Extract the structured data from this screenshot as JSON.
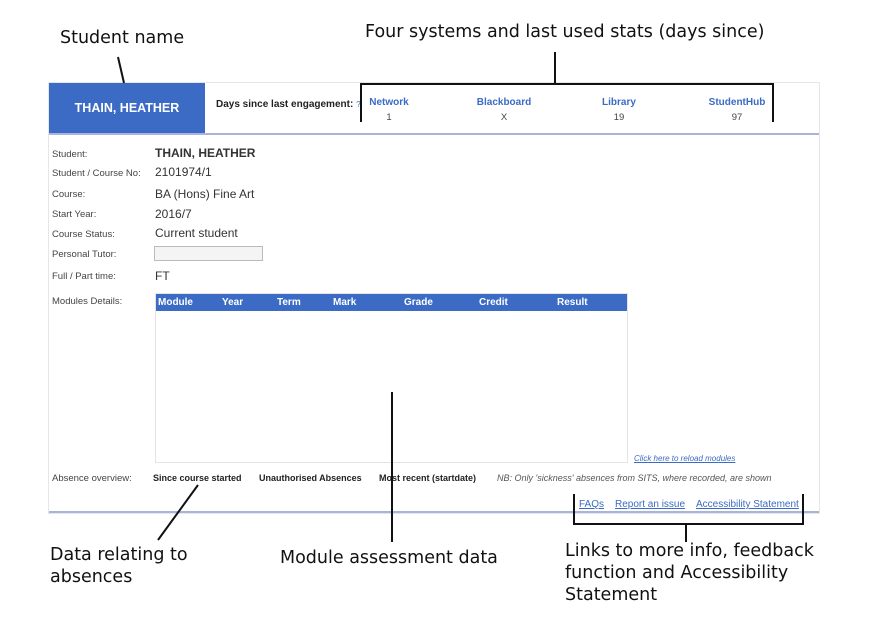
{
  "annotations": {
    "student_name": "Student name",
    "four_systems": "Four systems and last used stats (days since)",
    "absences": "Data relating to absences",
    "module_data": "Module assessment data",
    "links_info": "Links to more info, feedback function and Accessibility Statement"
  },
  "header": {
    "student_name": "THAIN, HEATHER",
    "days_since_label": "Days since last engagement:",
    "help_mark": "?",
    "systems": [
      {
        "name": "Network",
        "value": "1"
      },
      {
        "name": "Blackboard",
        "value": "X"
      },
      {
        "name": "Library",
        "value": "19"
      },
      {
        "name": "StudentHub",
        "value": "97"
      }
    ]
  },
  "details": {
    "student_label": "Student:",
    "student_value": "THAIN, HEATHER",
    "course_no_label": "Student / Course No:",
    "course_no_value": "2101974/1",
    "course_label": "Course:",
    "course_value": "BA (Hons) Fine Art",
    "start_year_label": "Start Year:",
    "start_year_value": "2016/7",
    "status_label": "Course Status:",
    "status_value": "Current student",
    "tutor_label": "Personal Tutor:",
    "tutor_value": "",
    "mode_label": "Full / Part time:",
    "mode_value": "FT",
    "modules_label": "Modules Details:"
  },
  "modules": {
    "columns": [
      "Module",
      "Year",
      "Term",
      "Mark",
      "Grade",
      "Credit",
      "Result"
    ],
    "reload_link": "Click here to reload modules"
  },
  "absence": {
    "label": "Absence overview:",
    "since_started": "Since course started",
    "unauthorised": "Unauthorised Absences",
    "most_recent": "Most recent (startdate)",
    "note": "NB: Only 'sickness' absences from SITS, where recorded, are shown"
  },
  "footer": {
    "faqs": "FAQs",
    "report": "Report an issue",
    "accessibility": "Accessibility Statement"
  },
  "colors": {
    "accent": "#3b6bc4",
    "divider": "#a9b3dc"
  }
}
